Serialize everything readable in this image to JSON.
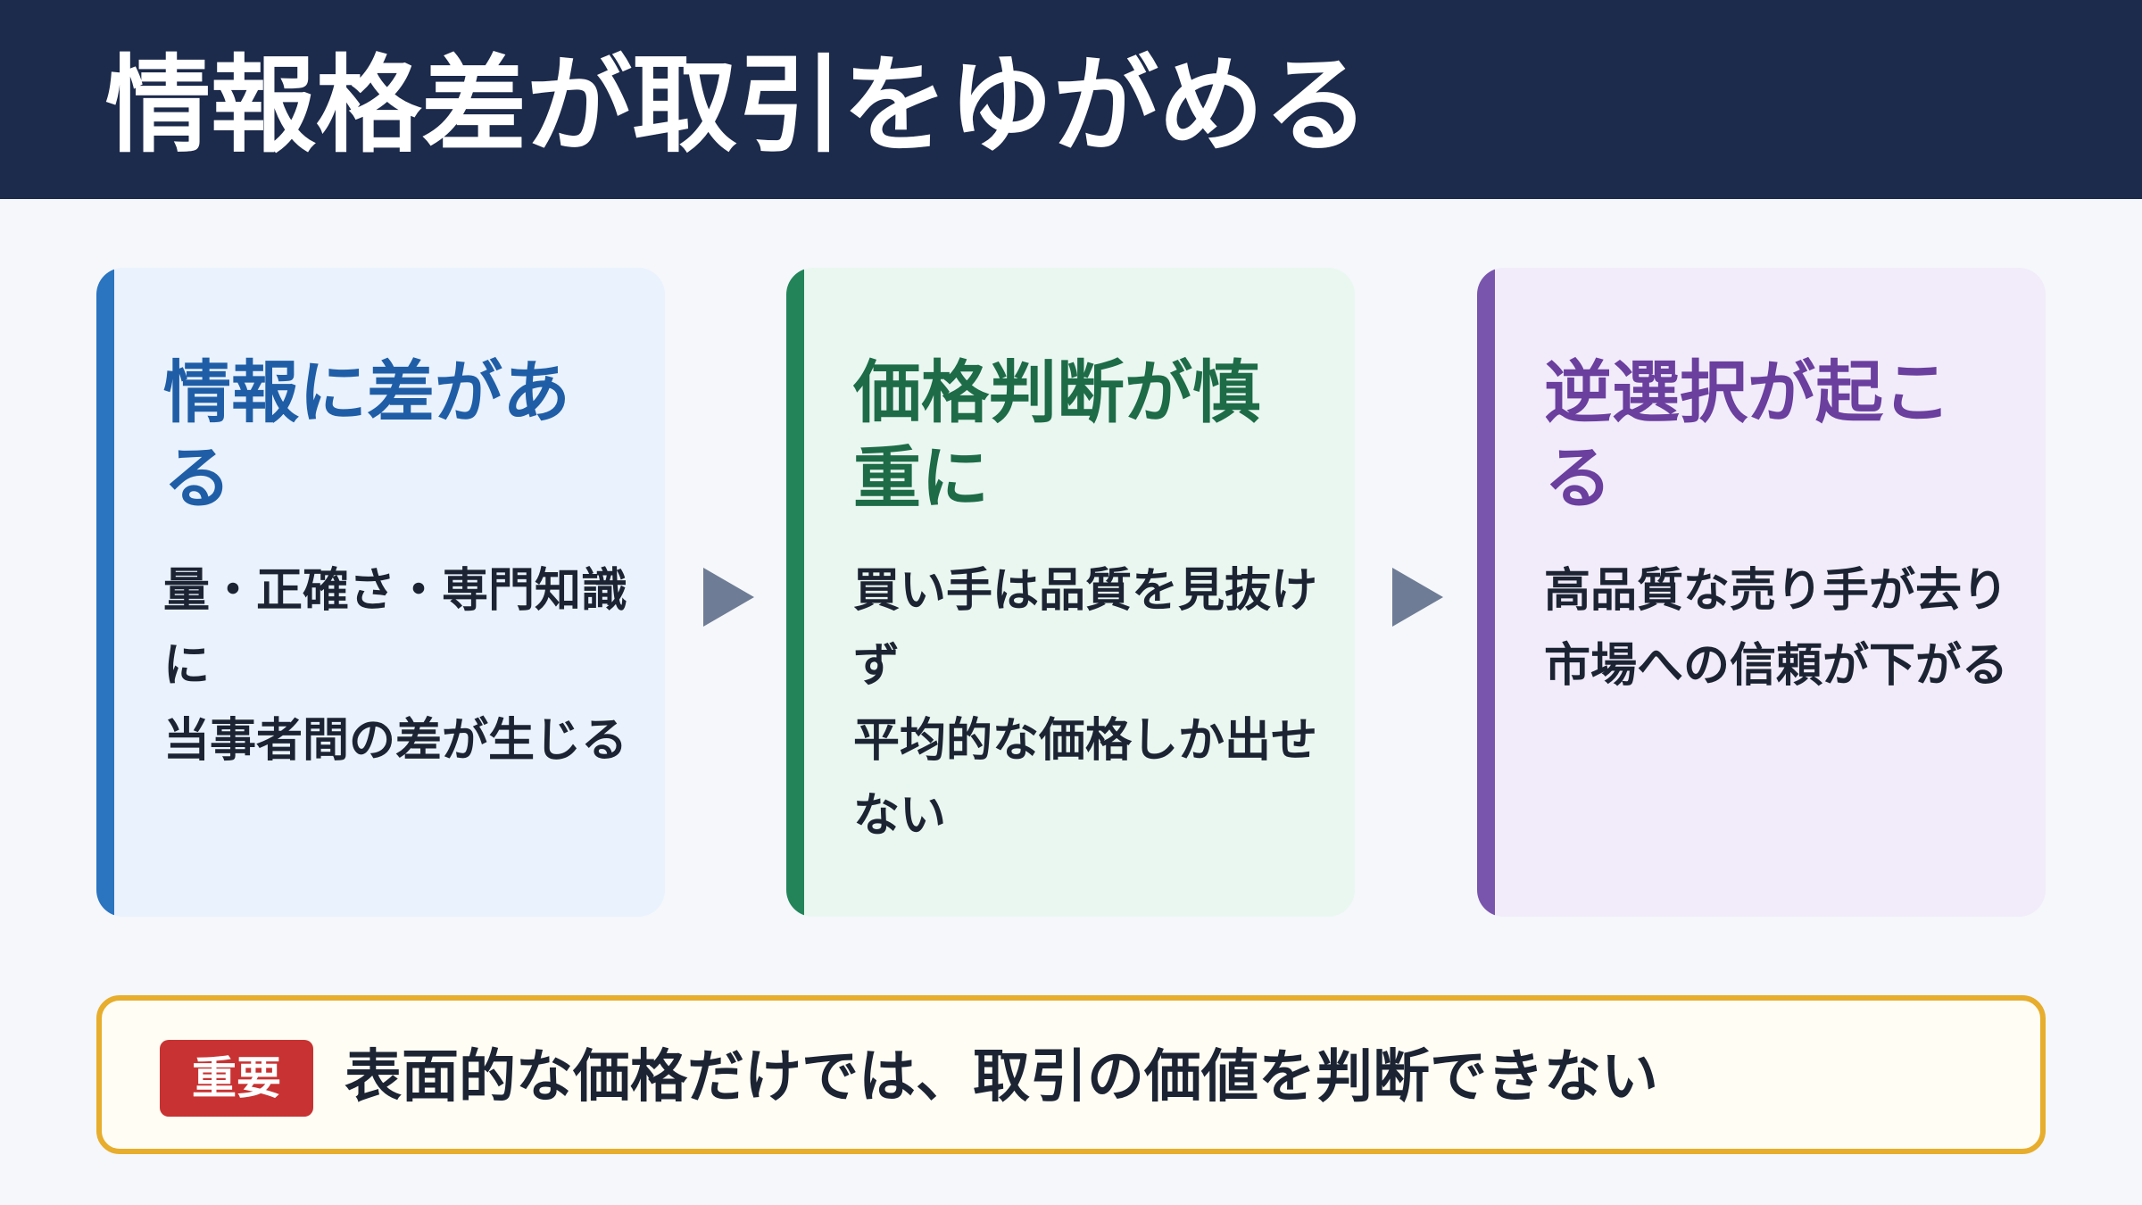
{
  "header": {
    "title": "情報格差が取引をゆがめる"
  },
  "cards": [
    {
      "title": "情報に差がある",
      "lines": [
        "量・正確さ・専門知識に",
        "当事者間の差が生じる"
      ],
      "accent": "#2a74c0",
      "title_color": "#1f5ea6",
      "background": "#eaf2fd"
    },
    {
      "title": "価格判断が慎重に",
      "lines": [
        "買い手は品質を見抜けず",
        "平均的な価格しか出せない"
      ],
      "accent": "#23845a",
      "title_color": "#1d6b47",
      "background": "#eaf7f0"
    },
    {
      "title": "逆選択が起こる",
      "lines": [
        "高品質な売り手が去り",
        "市場への信頼が下がる"
      ],
      "accent": "#7a55ad",
      "title_color": "#6a3f9e",
      "background": "#f2ecfa"
    }
  ],
  "callout": {
    "badge": "重要",
    "text": "表面的な価格だけでは、取引の価値を判断できない",
    "border_color": "#e7ad2c",
    "badge_color": "#c83232"
  }
}
